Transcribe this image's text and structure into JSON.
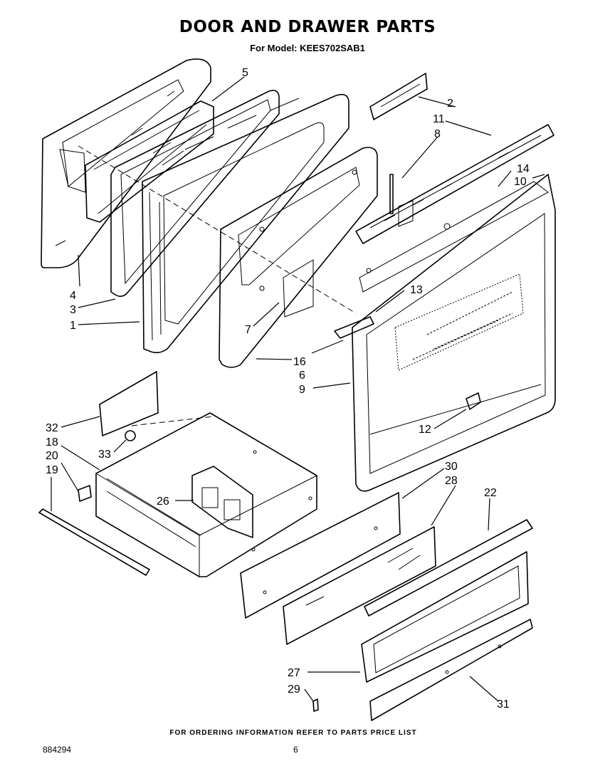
{
  "header": {
    "title": "DOOR AND DRAWER PARTS",
    "subtitle": "For Model: KEES702SAB1"
  },
  "footer": {
    "ordering_note": "FOR ORDERING INFORMATION REFER TO PARTS PRICE LIST",
    "document_number": "884294",
    "page_number": "6"
  },
  "callouts": {
    "c1": "1",
    "c2": "2",
    "c3": "3",
    "c4": "4",
    "c5": "5",
    "c6": "6",
    "c7": "7",
    "c8": "8",
    "c9": "9",
    "c10": "10",
    "c11": "11",
    "c12": "12",
    "c13": "13",
    "c14": "14",
    "c16": "16",
    "c18": "18",
    "c19": "19",
    "c20": "20",
    "c22": "22",
    "c26": "26",
    "c27": "27",
    "c28": "28",
    "c29": "29",
    "c30": "30",
    "c31": "31",
    "c32": "32",
    "c33": "33"
  }
}
